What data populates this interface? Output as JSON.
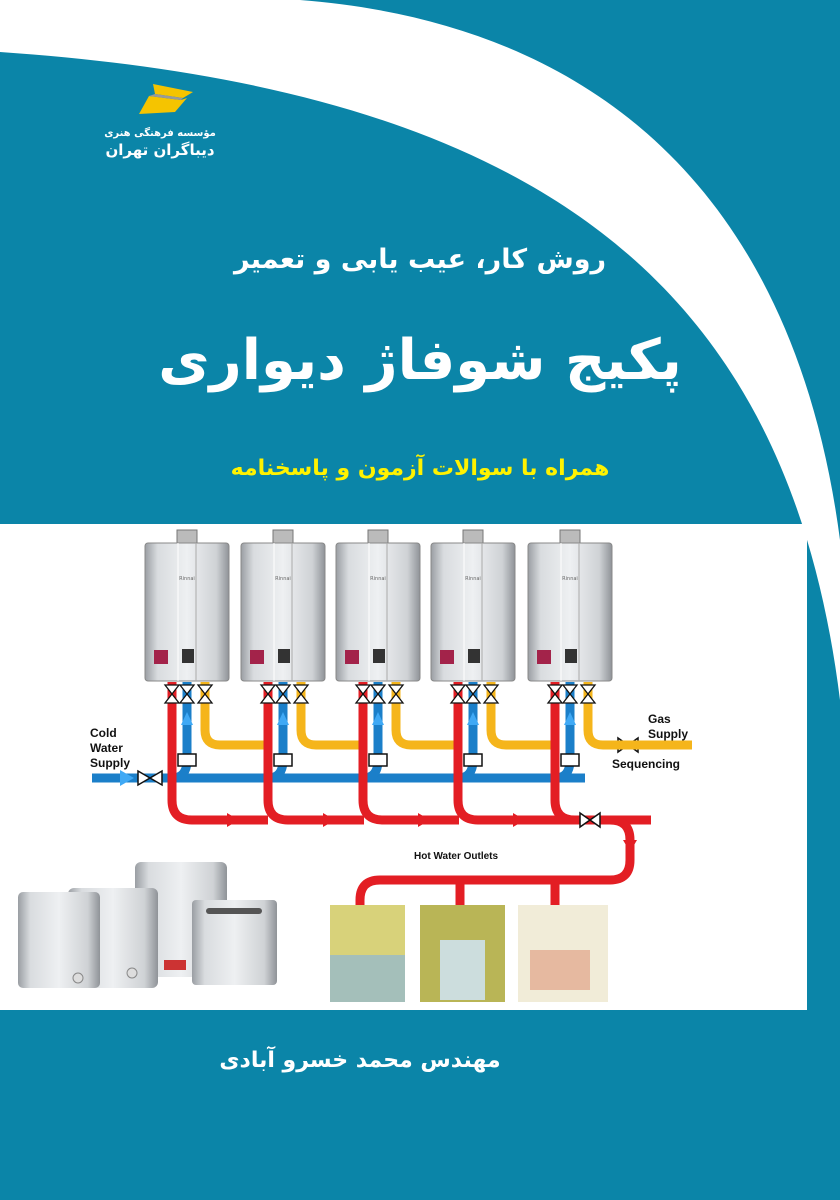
{
  "publisher": {
    "line1": "مؤسسه فرهنگی هنری",
    "line2": "دیباگران تهران"
  },
  "cover": {
    "subtitle": "روش کار، عیب یابی و تعمیر",
    "title": "پکیج شوفاژ دیواری",
    "tagline": "همراه با سوالات آزمون و پاسخنامه",
    "author": "مهندس محمد خسرو آبادی"
  },
  "diagram": {
    "cold_water": "Cold Water Supply",
    "gas_supply": "Gas Supply",
    "sequencing": "Sequencing",
    "hot_water_outlets": "Hot Water Outlets",
    "heater_brand": "Rinnai"
  },
  "colors": {
    "teal": "#0b85a8",
    "hot": "#e31e24",
    "cold": "#1b7fc9",
    "gas": "#f5b51b",
    "tagline": "#fff200"
  }
}
